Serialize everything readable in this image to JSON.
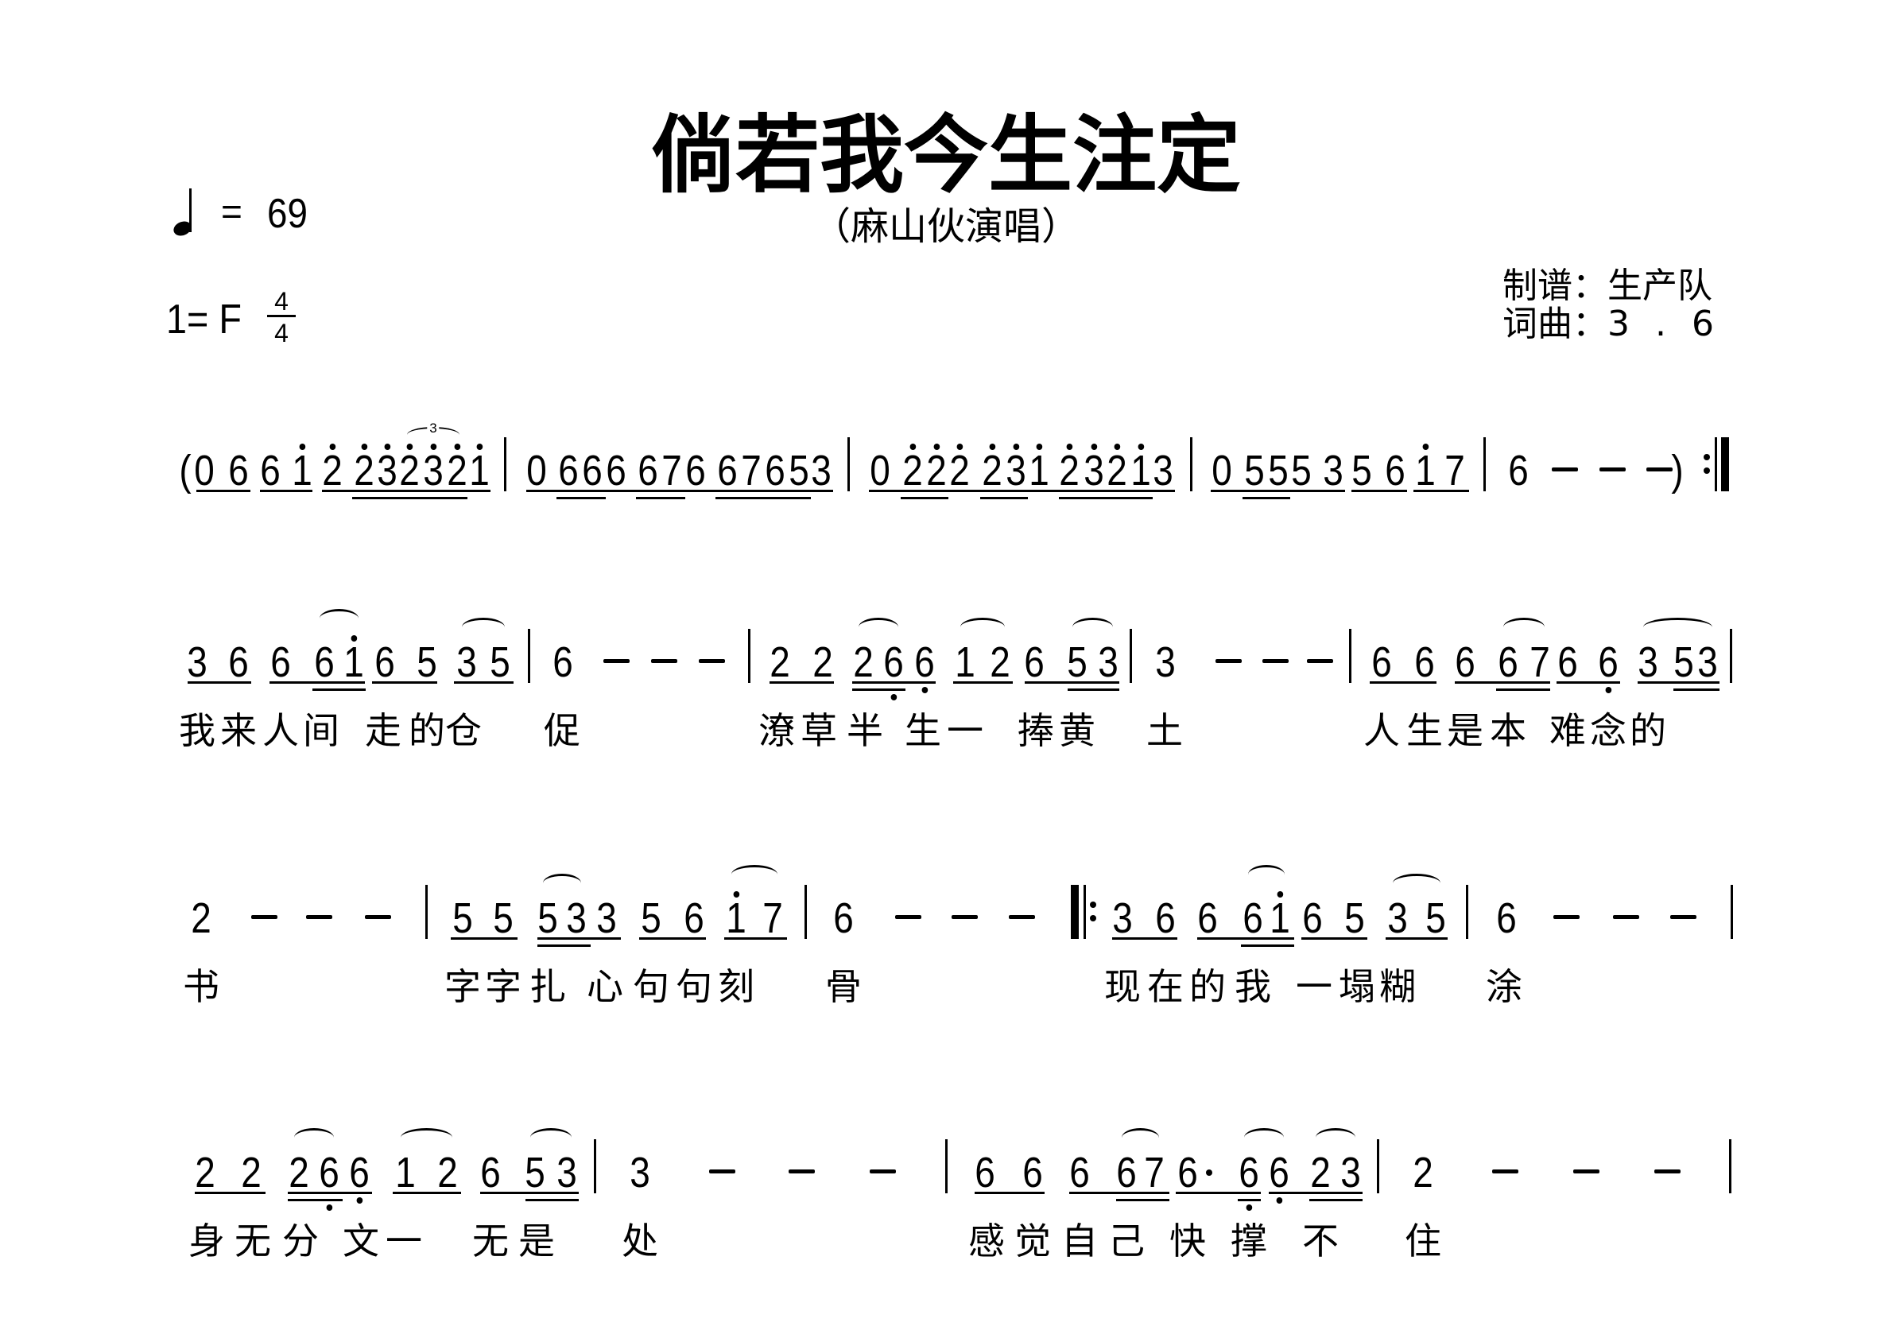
{
  "header": {
    "title": "倘若我今生注定",
    "subtitle": "（麻山伙演唱）",
    "tempo": {
      "note_icon": "quarter-note-icon",
      "equals": "=",
      "bpm": "69"
    },
    "key": "1= F",
    "time_signature": {
      "numerator": "4",
      "denominator": "4"
    },
    "credits": {
      "notation_by": "制谱：生产队",
      "lyrics_music": "词曲：3 . 6"
    }
  },
  "rows": [
    {
      "measures": [
        {
          "open_paren": "(",
          "notes": [
            {
              "p": "0",
              "o": 0,
              "u": 1
            },
            {
              "p": "6",
              "o": 0,
              "u": 1
            },
            {
              "p": "6",
              "o": 0,
              "u": 1
            },
            {
              "p": "1",
              "o": 1,
              "u": 1
            },
            {
              "p": "2",
              "o": 1,
              "u": 1
            },
            {
              "p": "2",
              "o": 1,
              "u": 2
            },
            {
              "p": "3",
              "o": 1,
              "u": 2
            },
            {
              "p": "2",
              "o": 1,
              "u": 2
            },
            {
              "p": "3",
              "o": 1,
              "u": 2
            },
            {
              "p": "2",
              "o": 1,
              "u": 2
            },
            {
              "p": "1",
              "o": 1,
              "u": 1
            }
          ],
          "tuplets": [
            {
              "label": "3",
              "start": 7,
              "end": 9
            }
          ],
          "slurs": [],
          "barline": "single"
        },
        {
          "notes": [
            {
              "p": "0",
              "o": 0,
              "u": 1
            },
            {
              "p": "6",
              "o": 0,
              "u": 2
            },
            {
              "p": "6",
              "o": 0,
              "u": 2
            },
            {
              "p": "6",
              "o": 0,
              "u": 1
            },
            {
              "p": "6",
              "o": 0,
              "u": 2
            },
            {
              "p": "7",
              "o": 0,
              "u": 2
            },
            {
              "p": "6",
              "o": 0,
              "u": 1
            },
            {
              "p": "6",
              "o": 0,
              "u": 2
            },
            {
              "p": "7",
              "o": 0,
              "u": 2
            },
            {
              "p": "6",
              "o": 0,
              "u": 2
            },
            {
              "p": "5",
              "o": 0,
              "u": 2
            },
            {
              "p": "3",
              "o": 0,
              "u": 1
            }
          ],
          "slurs": [],
          "barline": "single"
        },
        {
          "notes": [
            {
              "p": "0",
              "o": 0,
              "u": 1
            },
            {
              "p": "2",
              "o": 1,
              "u": 2
            },
            {
              "p": "2",
              "o": 1,
              "u": 2
            },
            {
              "p": "2",
              "o": 1,
              "u": 1
            },
            {
              "p": "2",
              "o": 1,
              "u": 2
            },
            {
              "p": "3",
              "o": 1,
              "u": 2
            },
            {
              "p": "1",
              "o": 1,
              "u": 1
            },
            {
              "p": "2",
              "o": 1,
              "u": 2
            },
            {
              "p": "3",
              "o": 1,
              "u": 2
            },
            {
              "p": "2",
              "o": 1,
              "u": 2
            },
            {
              "p": "1",
              "o": 1,
              "u": 2
            },
            {
              "p": "3",
              "o": 0,
              "u": 1
            }
          ],
          "slurs": [],
          "barline": "single"
        },
        {
          "notes": [
            {
              "p": "0",
              "o": 0,
              "u": 1
            },
            {
              "p": "5",
              "o": 0,
              "u": 2
            },
            {
              "p": "5",
              "o": 0,
              "u": 2
            },
            {
              "p": "5",
              "o": 0,
              "u": 1
            },
            {
              "p": "3",
              "o": 0,
              "u": 1
            },
            {
              "p": "5",
              "o": 0,
              "u": 1
            },
            {
              "p": "6",
              "o": 0,
              "u": 1
            },
            {
              "p": "1",
              "o": 1,
              "u": 1
            },
            {
              "p": "7",
              "o": 0,
              "u": 1
            }
          ],
          "slurs": [],
          "barline": "single"
        },
        {
          "notes": [
            {
              "p": "6",
              "o": 0,
              "u": 0
            },
            {
              "p": "-",
              "o": 0,
              "u": 0
            },
            {
              "p": "-",
              "o": 0,
              "u": 0
            },
            {
              "p": "-",
              "o": 0,
              "u": 0
            }
          ],
          "close_paren": ")",
          "slurs": [],
          "barline": "repeat-end"
        }
      ],
      "lyrics": []
    },
    {
      "measures": [
        {
          "notes": [
            {
              "p": "3",
              "o": 0,
              "u": 1
            },
            {
              "p": "6",
              "o": 0,
              "u": 1
            },
            {
              "p": "6",
              "o": 0,
              "u": 1
            },
            {
              "p": "6",
              "o": 0,
              "u": 2
            },
            {
              "p": "1",
              "o": 1,
              "u": 2
            },
            {
              "p": "6",
              "o": 0,
              "u": 1
            },
            {
              "p": "5",
              "o": 0,
              "u": 1
            },
            {
              "p": "3",
              "o": 0,
              "u": 1
            },
            {
              "p": "5",
              "o": 0,
              "u": 1
            }
          ],
          "slurs": [
            [
              3,
              4
            ],
            [
              7,
              8
            ]
          ],
          "barline": "single"
        },
        {
          "notes": [
            {
              "p": "6",
              "o": 0,
              "u": 0
            },
            {
              "p": "-",
              "o": 0,
              "u": 0
            },
            {
              "p": "-",
              "o": 0,
              "u": 0
            },
            {
              "p": "-",
              "o": 0,
              "u": 0
            }
          ],
          "slurs": [],
          "barline": "single"
        },
        {
          "notes": [
            {
              "p": "2",
              "o": 0,
              "u": 1
            },
            {
              "p": "2",
              "o": 0,
              "u": 1
            },
            {
              "p": "2",
              "o": 0,
              "u": 2
            },
            {
              "p": "6",
              "o": -1,
              "u": 2
            },
            {
              "p": "6",
              "o": -1,
              "u": 1
            },
            {
              "p": "1",
              "o": 0,
              "u": 1
            },
            {
              "p": "2",
              "o": 0,
              "u": 1
            },
            {
              "p": "6",
              "o": 0,
              "u": 1
            },
            {
              "p": "5",
              "o": 0,
              "u": 2
            },
            {
              "p": "3",
              "o": 0,
              "u": 2
            }
          ],
          "slurs": [
            [
              2,
              3
            ],
            [
              5,
              6
            ],
            [
              8,
              9
            ]
          ],
          "barline": "single"
        },
        {
          "notes": [
            {
              "p": "3",
              "o": 0,
              "u": 0
            },
            {
              "p": "-",
              "o": 0,
              "u": 0
            },
            {
              "p": "-",
              "o": 0,
              "u": 0
            },
            {
              "p": "-",
              "o": 0,
              "u": 0
            }
          ],
          "slurs": [],
          "barline": "single"
        },
        {
          "notes": [
            {
              "p": "6",
              "o": 0,
              "u": 1
            },
            {
              "p": "6",
              "o": 0,
              "u": 1
            },
            {
              "p": "6",
              "o": 0,
              "u": 1
            },
            {
              "p": "6",
              "o": 0,
              "u": 2
            },
            {
              "p": "7",
              "o": 0,
              "u": 2
            },
            {
              "p": "6",
              "o": 0,
              "u": 1
            },
            {
              "p": "6",
              "o": -1,
              "u": 1
            },
            {
              "p": "3",
              "o": 0,
              "u": 1
            },
            {
              "p": "5",
              "o": 0,
              "u": 2
            },
            {
              "p": "3",
              "o": 0,
              "u": 2
            }
          ],
          "slurs": [
            [
              3,
              4
            ],
            [
              7,
              9
            ]
          ],
          "barline": "single"
        }
      ],
      "lyrics": [
        "我",
        "来",
        "人",
        "间",
        "走",
        "的",
        "仓",
        "促",
        "潦",
        "草",
        "半",
        "生",
        "一",
        "捧",
        "黄",
        "土",
        "人",
        "生",
        "是",
        "本",
        "难",
        "念",
        "的"
      ]
    },
    {
      "measures": [
        {
          "notes": [
            {
              "p": "2",
              "o": 0,
              "u": 0
            },
            {
              "p": "-",
              "o": 0,
              "u": 0
            },
            {
              "p": "-",
              "o": 0,
              "u": 0
            },
            {
              "p": "-",
              "o": 0,
              "u": 0
            }
          ],
          "slurs": [],
          "barline": "single"
        },
        {
          "notes": [
            {
              "p": "5",
              "o": 0,
              "u": 1
            },
            {
              "p": "5",
              "o": 0,
              "u": 1
            },
            {
              "p": "5",
              "o": 0,
              "u": 2
            },
            {
              "p": "3",
              "o": 0,
              "u": 2
            },
            {
              "p": "3",
              "o": 0,
              "u": 1
            },
            {
              "p": "5",
              "o": 0,
              "u": 1
            },
            {
              "p": "6",
              "o": 0,
              "u": 1
            },
            {
              "p": "1",
              "o": 1,
              "u": 1
            },
            {
              "p": "7",
              "o": 0,
              "u": 1
            }
          ],
          "slurs": [
            [
              2,
              3
            ],
            [
              7,
              8
            ]
          ],
          "barline": "single"
        },
        {
          "notes": [
            {
              "p": "6",
              "o": 0,
              "u": 0
            },
            {
              "p": "-",
              "o": 0,
              "u": 0
            },
            {
              "p": "-",
              "o": 0,
              "u": 0
            },
            {
              "p": "-",
              "o": 0,
              "u": 0
            }
          ],
          "slurs": [],
          "barline": "repeat-start"
        },
        {
          "notes": [
            {
              "p": "3",
              "o": 0,
              "u": 1
            },
            {
              "p": "6",
              "o": 0,
              "u": 1
            },
            {
              "p": "6",
              "o": 0,
              "u": 1
            },
            {
              "p": "6",
              "o": 0,
              "u": 2
            },
            {
              "p": "1",
              "o": 1,
              "u": 2
            },
            {
              "p": "6",
              "o": 0,
              "u": 1
            },
            {
              "p": "5",
              "o": 0,
              "u": 1
            },
            {
              "p": "3",
              "o": 0,
              "u": 1
            },
            {
              "p": "5",
              "o": 0,
              "u": 1
            }
          ],
          "slurs": [
            [
              3,
              4
            ],
            [
              7,
              8
            ]
          ],
          "barline": "single"
        },
        {
          "notes": [
            {
              "p": "6",
              "o": 0,
              "u": 0
            },
            {
              "p": "-",
              "o": 0,
              "u": 0
            },
            {
              "p": "-",
              "o": 0,
              "u": 0
            },
            {
              "p": "-",
              "o": 0,
              "u": 0
            }
          ],
          "slurs": [],
          "barline": "single"
        }
      ],
      "lyrics": [
        "书",
        "字",
        "字",
        "扎",
        "心",
        "句",
        "句",
        "刻",
        "骨",
        "现",
        "在",
        "的",
        "我",
        "一",
        "塌",
        "糊",
        "涂"
      ]
    },
    {
      "measures": [
        {
          "notes": [
            {
              "p": "2",
              "o": 0,
              "u": 1
            },
            {
              "p": "2",
              "o": 0,
              "u": 1
            },
            {
              "p": "2",
              "o": 0,
              "u": 2
            },
            {
              "p": "6",
              "o": -1,
              "u": 2
            },
            {
              "p": "6",
              "o": -1,
              "u": 1
            },
            {
              "p": "1",
              "o": 0,
              "u": 1
            },
            {
              "p": "2",
              "o": 0,
              "u": 1
            },
            {
              "p": "6",
              "o": 0,
              "u": 1
            },
            {
              "p": "5",
              "o": 0,
              "u": 2
            },
            {
              "p": "3",
              "o": 0,
              "u": 2
            }
          ],
          "slurs": [
            [
              2,
              3
            ],
            [
              5,
              6
            ],
            [
              8,
              9
            ]
          ],
          "barline": "single"
        },
        {
          "notes": [
            {
              "p": "3",
              "o": 0,
              "u": 0
            },
            {
              "p": "-",
              "o": 0,
              "u": 0
            },
            {
              "p": "-",
              "o": 0,
              "u": 0
            },
            {
              "p": "-",
              "o": 0,
              "u": 0
            }
          ],
          "slurs": [],
          "barline": "single"
        },
        {
          "notes": [
            {
              "p": "6",
              "o": 0,
              "u": 1
            },
            {
              "p": "6",
              "o": 0,
              "u": 1
            },
            {
              "p": "6",
              "o": 0,
              "u": 1
            },
            {
              "p": "6",
              "o": 0,
              "u": 2
            },
            {
              "p": "7",
              "o": 0,
              "u": 2
            },
            {
              "p": "6",
              "o": 0,
              "u": 1
            },
            {
              "p": "·",
              "o": 0,
              "u": 1
            },
            {
              "p": "6",
              "o": -1,
              "u": 2
            },
            {
              "p": "6",
              "o": -1,
              "u": 1
            },
            {
              "p": "2",
              "o": 0,
              "u": 2
            },
            {
              "p": "3",
              "o": 0,
              "u": 2
            }
          ],
          "slurs": [
            [
              3,
              4
            ],
            [
              7,
              8
            ],
            [
              9,
              10
            ]
          ],
          "barline": "single"
        },
        {
          "notes": [
            {
              "p": "2",
              "o": 0,
              "u": 0
            },
            {
              "p": "-",
              "o": 0,
              "u": 0
            },
            {
              "p": "-",
              "o": 0,
              "u": 0
            },
            {
              "p": "-",
              "o": 0,
              "u": 0
            }
          ],
          "slurs": [],
          "barline": "single"
        }
      ],
      "lyrics": [
        "身",
        "无",
        "分",
        "文",
        "一",
        "无",
        "是",
        "处",
        "感",
        "觉",
        "自",
        "己",
        "快",
        "撑",
        "不",
        "住"
      ]
    }
  ]
}
